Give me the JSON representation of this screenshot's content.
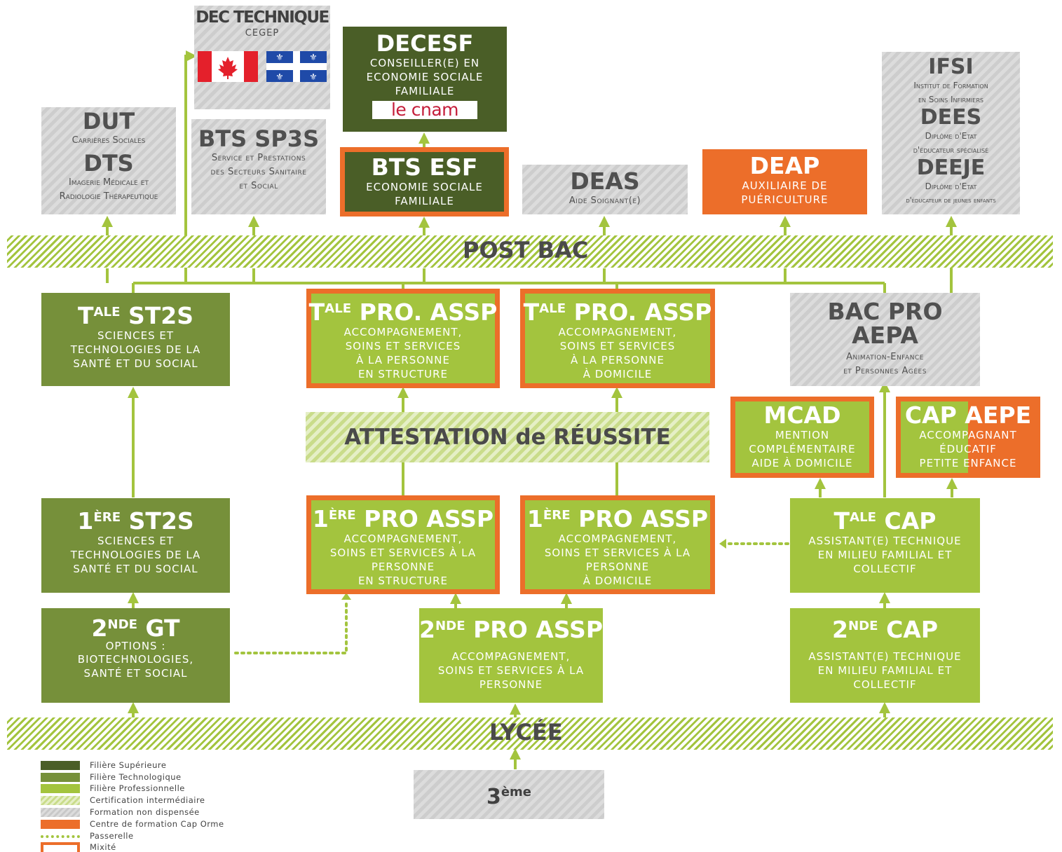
{
  "colors": {
    "superieure": "#4a5e27",
    "technologique": "#76903a",
    "professionnelle": "#a3c43e",
    "orange": "#ec6e2a",
    "gray": "#d5d5d5"
  },
  "bands": {
    "post_bac": "POST BAC",
    "lycee": "LYCÉE",
    "attestation": "ATTESTATION de RÉUSSITE"
  },
  "dec": {
    "title": "DEC TECHNIQUE",
    "subtitle": "CEGEP",
    "flags": [
      "canada-flag",
      "quebec-flag"
    ]
  },
  "decesf": {
    "title": "DECESF",
    "lines": [
      "CONSEILLER(E) EN",
      "ECONOMIE SOCIALE",
      "FAMILIALE"
    ],
    "logo": "le cnam"
  },
  "dut": {
    "title1": "DUT",
    "sub1": "Carrières Sociales",
    "title2": "DTS",
    "sub2a": "Imagerie Médicale et",
    "sub2b": "Radiologie Thérapeutique"
  },
  "bts_sp3s": {
    "title": "BTS SP3S",
    "lines": [
      "Service et Prestations",
      "des Secteurs Sanitaire",
      "et Social"
    ]
  },
  "bts_esf": {
    "title": "BTS ESF",
    "lines": [
      "ECONOMIE SOCIALE",
      "FAMILIALE"
    ]
  },
  "deas": {
    "title": "DEAS",
    "sub": "Aide Soignant(e)"
  },
  "deap": {
    "title": "DEAP",
    "lines": [
      "AUXILIAIRE DE",
      "PUÉRICULTURE"
    ]
  },
  "ifsi": {
    "title1": "IFSI",
    "sub1a": "Institut de Formation",
    "sub1b": "en Soins Infirmiers",
    "title2": "DEES",
    "sub2a": "Diplôme d'Etat",
    "sub2b": "d'éducateur spécialisé",
    "title3": "DEEJE",
    "sub3a": "Diplôme d'Etat",
    "sub3b": "d'éducateur de jeunes enfants"
  },
  "tale_st2s": {
    "title_t": "T",
    "title_sup": "ALE",
    "title_rest": " ST2S",
    "lines": [
      "SCIENCES ET",
      "TECHNOLOGIES DE LA",
      "SANTÉ ET DU SOCIAL"
    ]
  },
  "tale_assp_structure": {
    "title_t": "T",
    "title_sup": "ALE",
    "title_rest": " PRO. ASSP",
    "lines": [
      "ACCOMPAGNEMENT,",
      "SOINS ET SERVICES",
      "À LA PERSONNE",
      "EN STRUCTURE"
    ]
  },
  "tale_assp_domicile": {
    "title_t": "T",
    "title_sup": "ALE",
    "title_rest": " PRO. ASSP",
    "lines": [
      "ACCOMPAGNEMENT,",
      "SOINS ET SERVICES",
      "À LA PERSONNE",
      "À DOMICILE"
    ]
  },
  "bac_aepa": {
    "title1": "BAC PRO",
    "title2": "AEPA",
    "sub1": "Animation-Enfance",
    "sub2": "et Personnes Agées"
  },
  "mcad": {
    "title": "MCAD",
    "lines": [
      "MENTION",
      "COMPLÉMENTAIRE",
      "AIDE À DOMICILE"
    ]
  },
  "cap_aepe": {
    "title": "CAP AEPE",
    "lines": [
      "ACCOMPAGNANT",
      "ÉDUCATIF",
      "PETITE ENFANCE"
    ]
  },
  "premiere_st2s": {
    "title_n": "1",
    "title_sup": "ÈRE",
    "title_rest": " ST2S",
    "lines": [
      "SCIENCES ET",
      "TECHNOLOGIES DE LA",
      "SANTÉ ET DU SOCIAL"
    ]
  },
  "premiere_assp_structure": {
    "title_n": "1",
    "title_sup": "ÈRE",
    "title_rest": " PRO ASSP",
    "lines": [
      "ACCOMPAGNEMENT,",
      "SOINS ET SERVICES À LA",
      "PERSONNE",
      "EN STRUCTURE"
    ]
  },
  "premiere_assp_domicile": {
    "title_n": "1",
    "title_sup": "ÈRE",
    "title_rest": " PRO ASSP",
    "lines": [
      "ACCOMPAGNEMENT,",
      "SOINS ET SERVICES À LA",
      "PERSONNE",
      "À DOMICILE"
    ]
  },
  "tale_cap": {
    "title_t": "T",
    "title_sup": "ALE",
    "title_rest": " CAP",
    "lines": [
      "ASSISTANT(E) TECHNIQUE",
      "EN MILIEU FAMILIAL ET",
      "COLLECTIF"
    ]
  },
  "seconde_gt": {
    "title_n": "2",
    "title_sup": "NDE",
    "title_rest": " GT",
    "lines": [
      "OPTIONS :",
      "BIOTECHNOLOGIES,",
      "SANTÉ ET SOCIAL"
    ]
  },
  "seconde_assp": {
    "title_n": "2",
    "title_sup": "NDE",
    "title_rest": " PRO ASSP",
    "lines": [
      "ACCOMPAGNEMENT,",
      "SOINS ET SERVICES À LA",
      "PERSONNE"
    ]
  },
  "seconde_cap": {
    "title_n": "2",
    "title_sup": "NDE",
    "title_rest": " CAP",
    "lines": [
      "ASSISTANT(E) TECHNIQUE",
      "EN MILIEU FAMILIAL ET",
      "COLLECTIF"
    ]
  },
  "troisieme": {
    "title_n": "3",
    "title_sup": "ème"
  },
  "legend": [
    {
      "label": "Filière Supérieure",
      "style": "dark"
    },
    {
      "label": "Filière Technologique",
      "style": "tech"
    },
    {
      "label": "Filière Professionnelle",
      "style": "pro"
    },
    {
      "label": "Certification intermédiaire",
      "style": "hatch"
    },
    {
      "label": "Formation non dispensée",
      "style": "gray"
    },
    {
      "label": "Centre de formation Cap Orme",
      "style": "orange"
    },
    {
      "label": "Passerelle",
      "style": "dotted"
    },
    {
      "label": "Mixité",
      "style": "outline"
    }
  ]
}
